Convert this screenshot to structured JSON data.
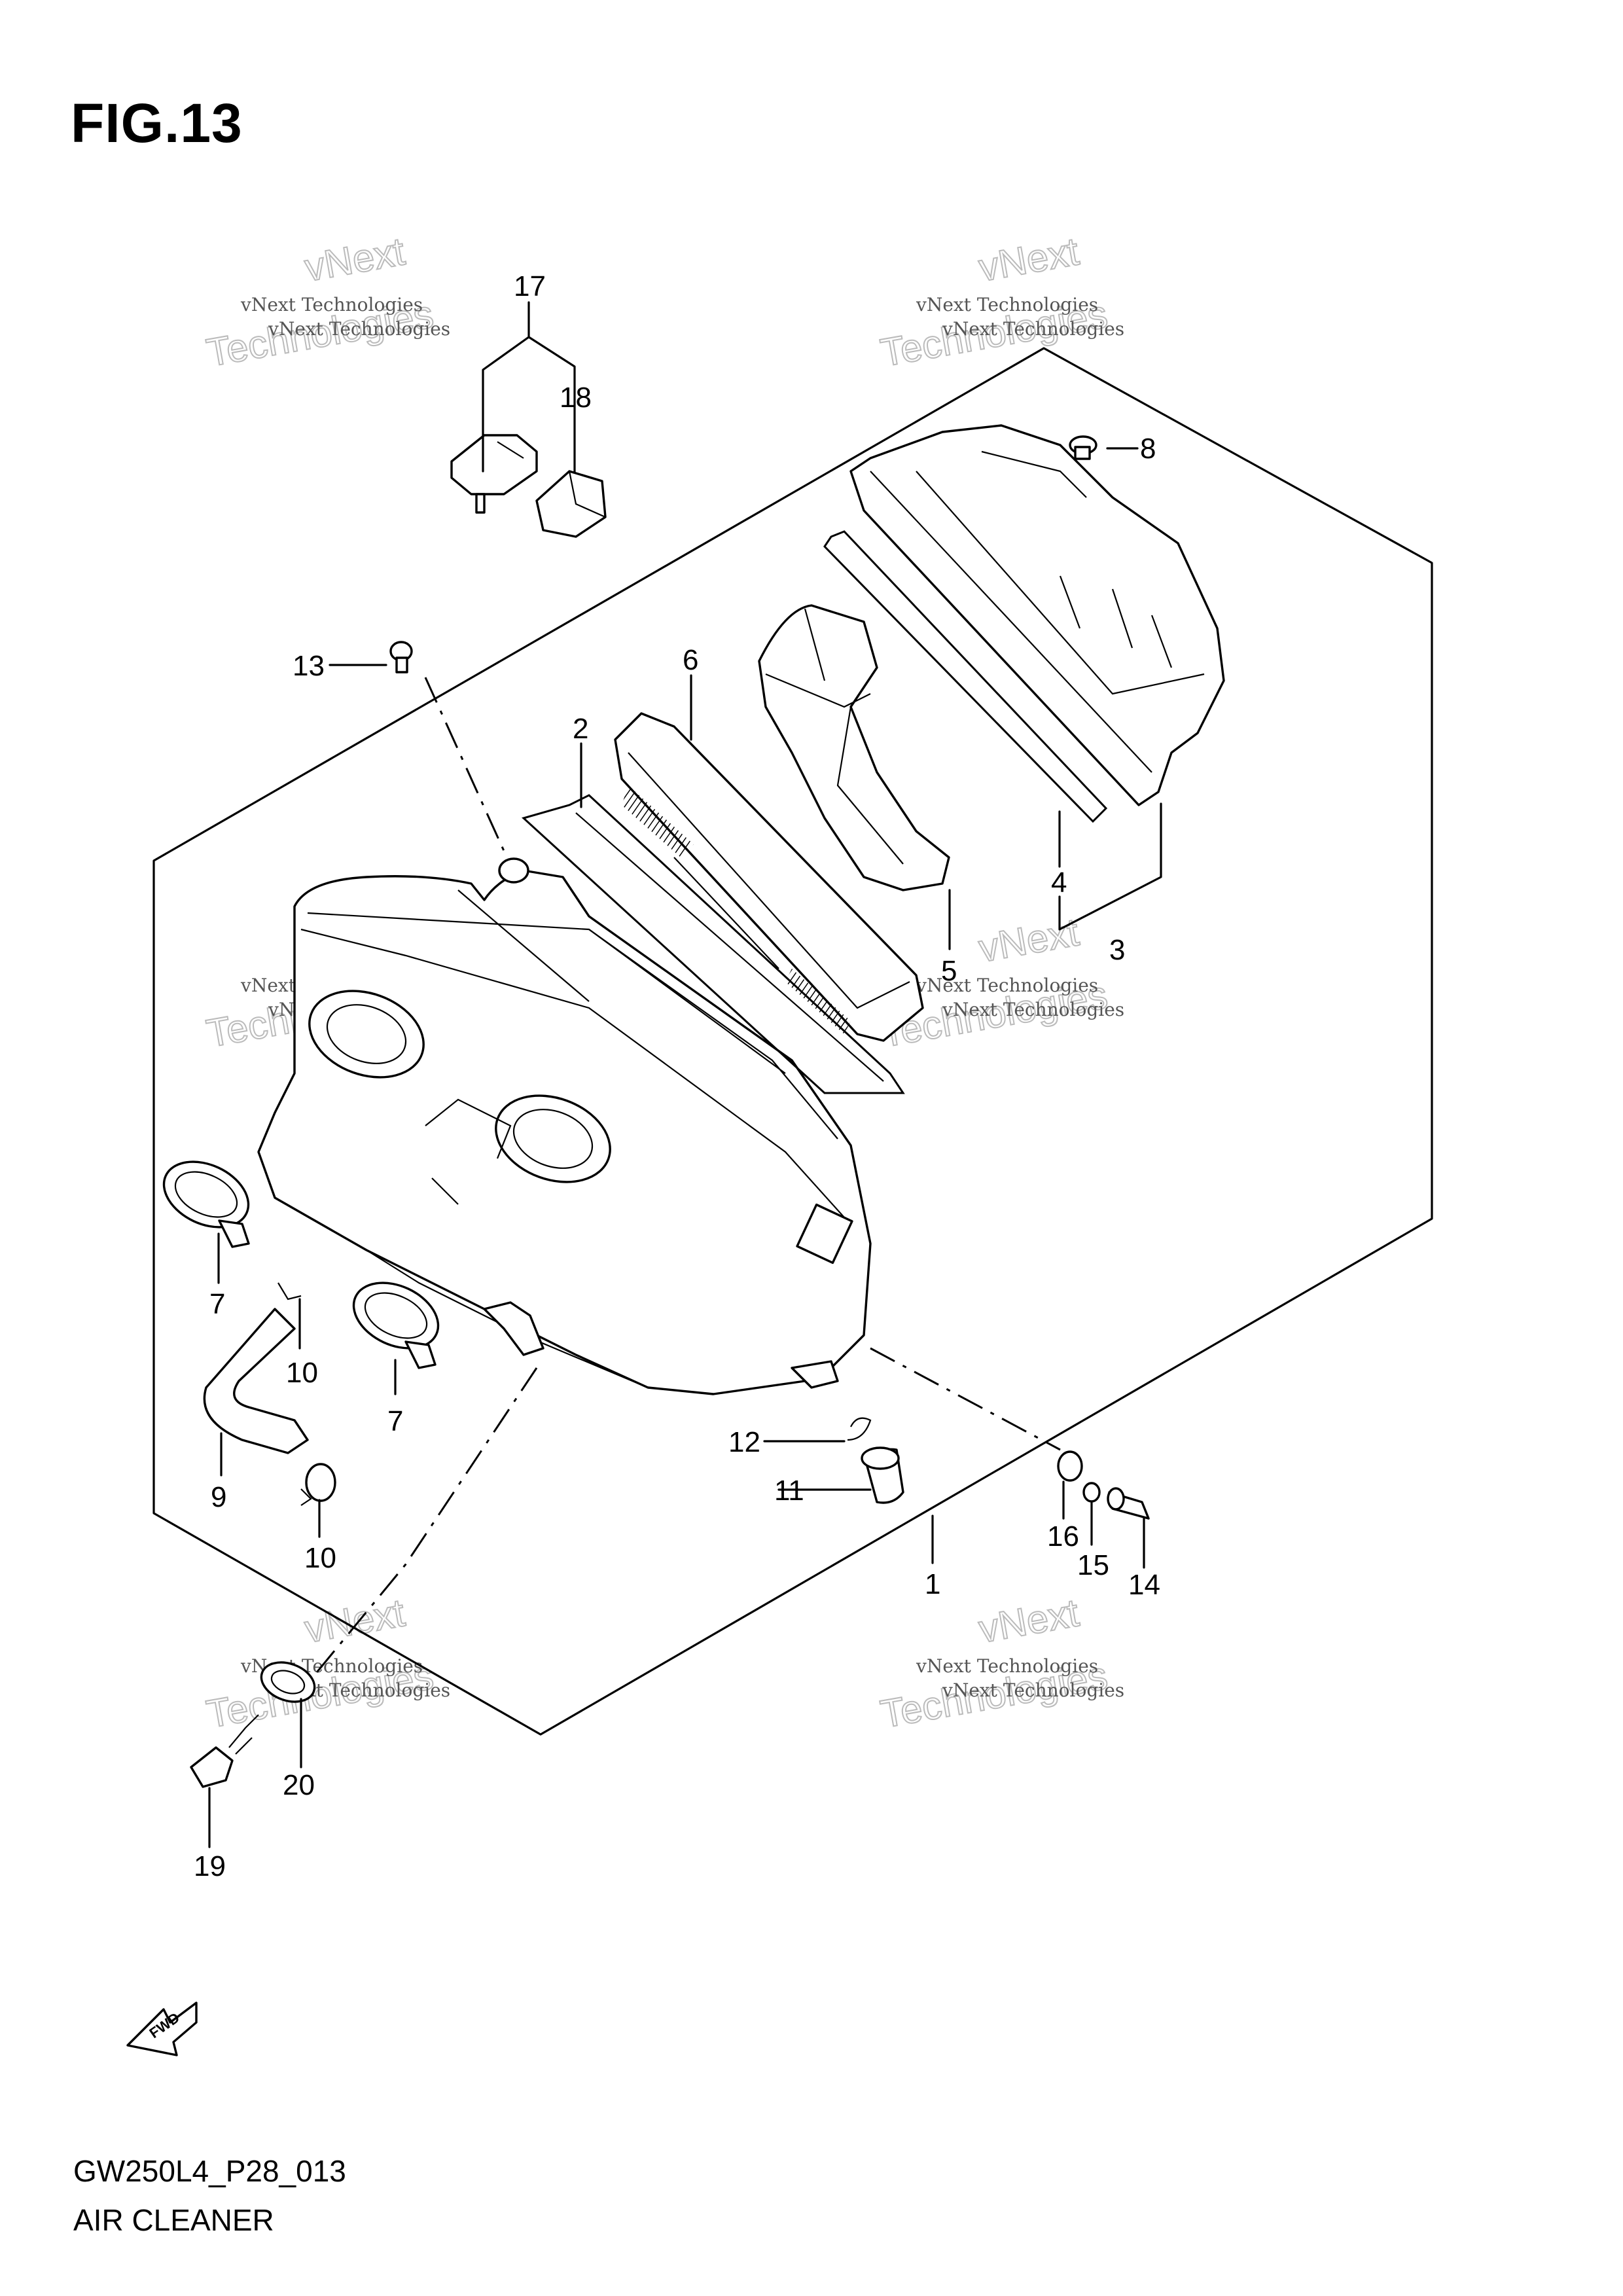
{
  "figure": {
    "title": "FIG.13"
  },
  "footer": {
    "code": "GW250L4_P28_013",
    "name": "AIR CLEANER"
  },
  "fwd_label": "FWD",
  "watermark": {
    "line1": "vNext",
    "line2": "Technologies",
    "small": "vNext Technologies"
  },
  "callouts": {
    "c1": "1",
    "c2": "2",
    "c3": "3",
    "c4": "4",
    "c5": "5",
    "c6": "6",
    "c7a": "7",
    "c7b": "7",
    "c8": "8",
    "c9": "9",
    "c10a": "10",
    "c10b": "10",
    "c11": "11",
    "c12": "12",
    "c13": "13",
    "c14": "14",
    "c15": "15",
    "c16": "16",
    "c17": "17",
    "c18": "18",
    "c19": "19",
    "c20": "20"
  }
}
